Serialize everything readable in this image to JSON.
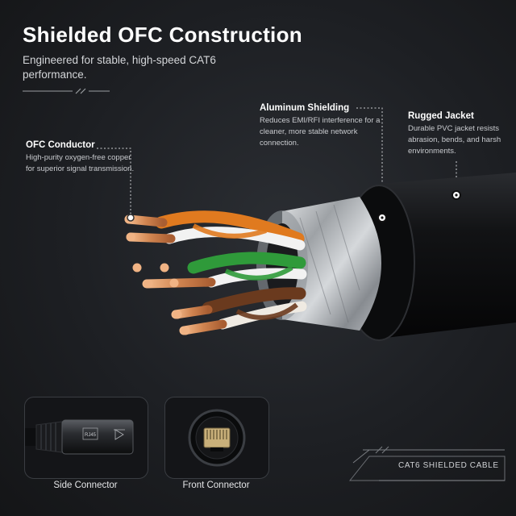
{
  "header": {
    "title": "Shielded OFC Construction",
    "subtitle": "Engineered for stable, high-speed CAT6 performance."
  },
  "callouts": {
    "ofc": {
      "title": "OFC Conductor",
      "body": "High-purity oxygen-free copper for superior signal transmission."
    },
    "aluminum": {
      "title": "Aluminum Shielding",
      "body": "Reduces EMI/RFI interference for a cleaner, more stable network connection."
    },
    "jacket": {
      "title": "Rugged Jacket",
      "body": "Durable PVC jacket resists abrasion, bends, and harsh environments."
    }
  },
  "thumbnails": {
    "side_label": "Side Connector",
    "front_label": "Front Connector",
    "side_engraving": "RJ45"
  },
  "badge": {
    "text": "CAT6 SHIELDED CABLE"
  },
  "colors": {
    "wire_orange": "#e07a1f",
    "wire_green": "#2f9a3a",
    "wire_brown": "#6a3a1e",
    "copper": "#d9905a",
    "jacket": "#0e0f11",
    "foil": "#b9bcc0"
  }
}
